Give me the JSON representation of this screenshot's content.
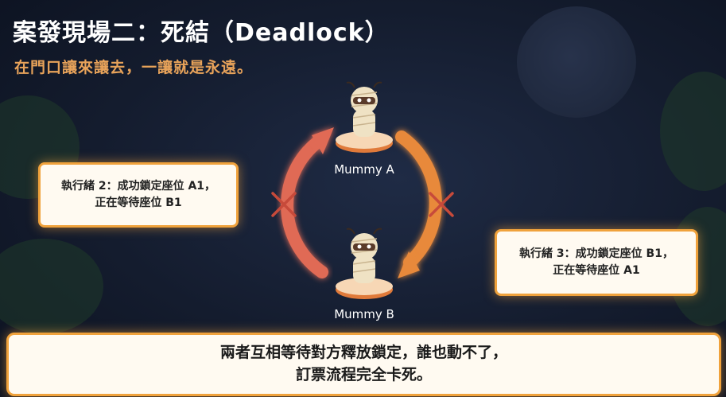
{
  "header": {
    "title": "案發現場二：死結（Deadlock）",
    "subtitle": "在門口讓來讓去，一讓就是永遠。"
  },
  "diagram": {
    "node_a": "Mummy A",
    "node_b": "Mummy B",
    "thread2_line1": "執行緒 2：成功鎖定座位 A1，",
    "thread2_line2": "正在等待座位 B1",
    "thread3_line1": "執行緒 3：成功鎖定座位 B1，",
    "thread3_line2": "正在等待座位 A1"
  },
  "footer": {
    "line1": "兩者互相等待對方釋放鎖定，誰也動不了，",
    "line2": "訂票流程完全卡死。"
  },
  "colors": {
    "accent": "#f0a23c",
    "subtitle": "#e8a35a",
    "arrow_left": "#e06a55",
    "arrow_right": "#e8893a"
  }
}
